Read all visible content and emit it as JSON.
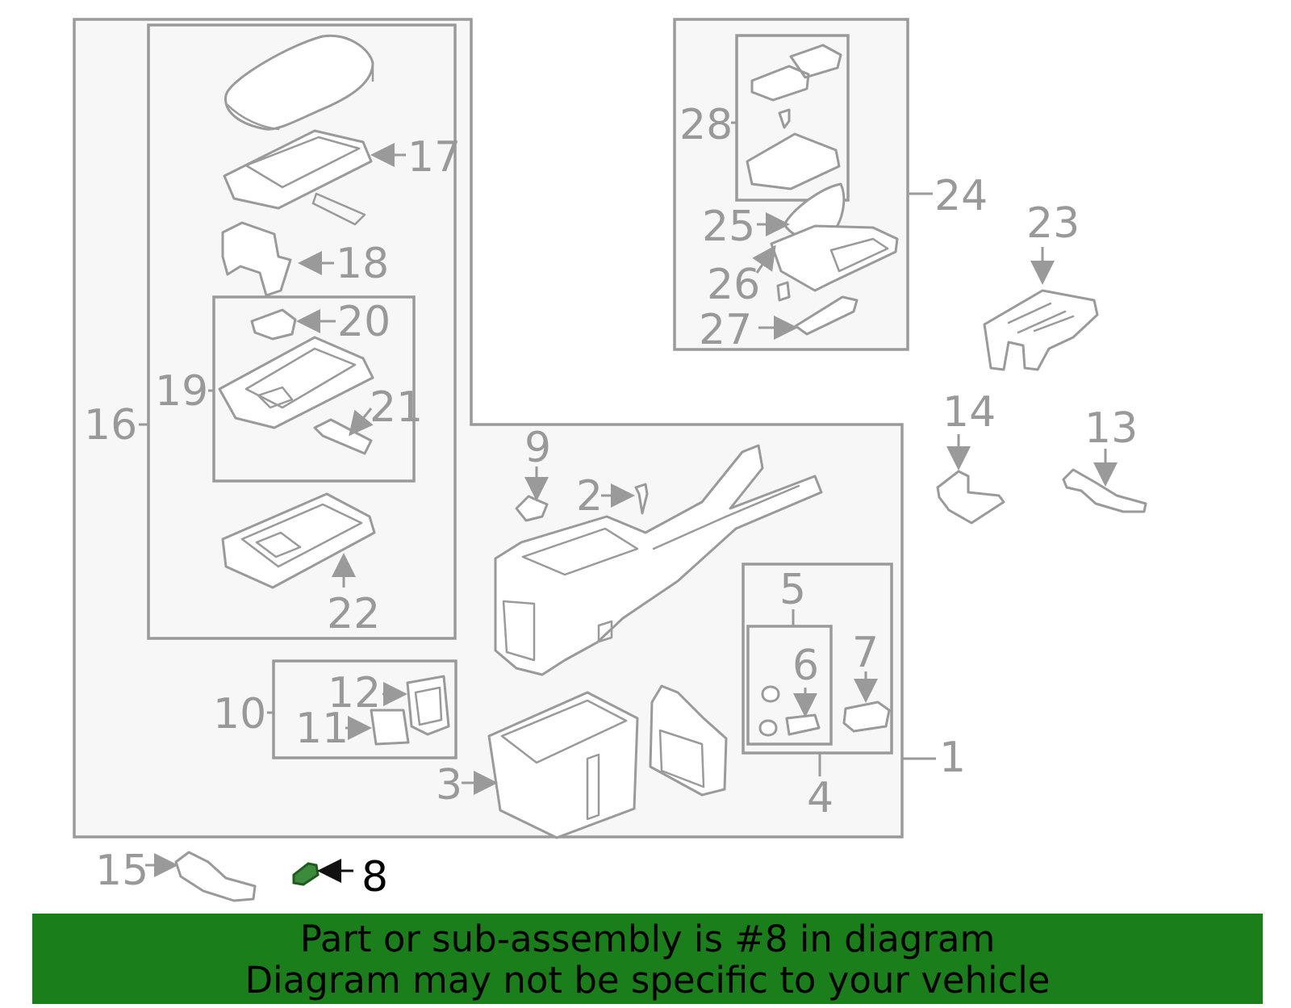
{
  "callouts": {
    "c1": "1",
    "c2": "2",
    "c3": "3",
    "c4": "4",
    "c5": "5",
    "c6": "6",
    "c7": "7",
    "c8": "8",
    "c9": "9",
    "c10": "10",
    "c11": "11",
    "c12": "12",
    "c13": "13",
    "c14": "14",
    "c15": "15",
    "c16": "16",
    "c17": "17",
    "c18": "18",
    "c19": "19",
    "c20": "20",
    "c21": "21",
    "c22": "22",
    "c23": "23",
    "c24": "24",
    "c25": "25",
    "c26": "26",
    "c27": "27",
    "c28": "28"
  },
  "highlighted_part": "8",
  "colors": {
    "banner_background": "#1a7f1a",
    "highlight_part": "#3c8a3c",
    "line_gray": "#9a9a9a"
  },
  "banner": {
    "line1": "Part or sub-assembly is #8 in diagram",
    "line2": "Diagram may not be specific to your vehicle"
  }
}
